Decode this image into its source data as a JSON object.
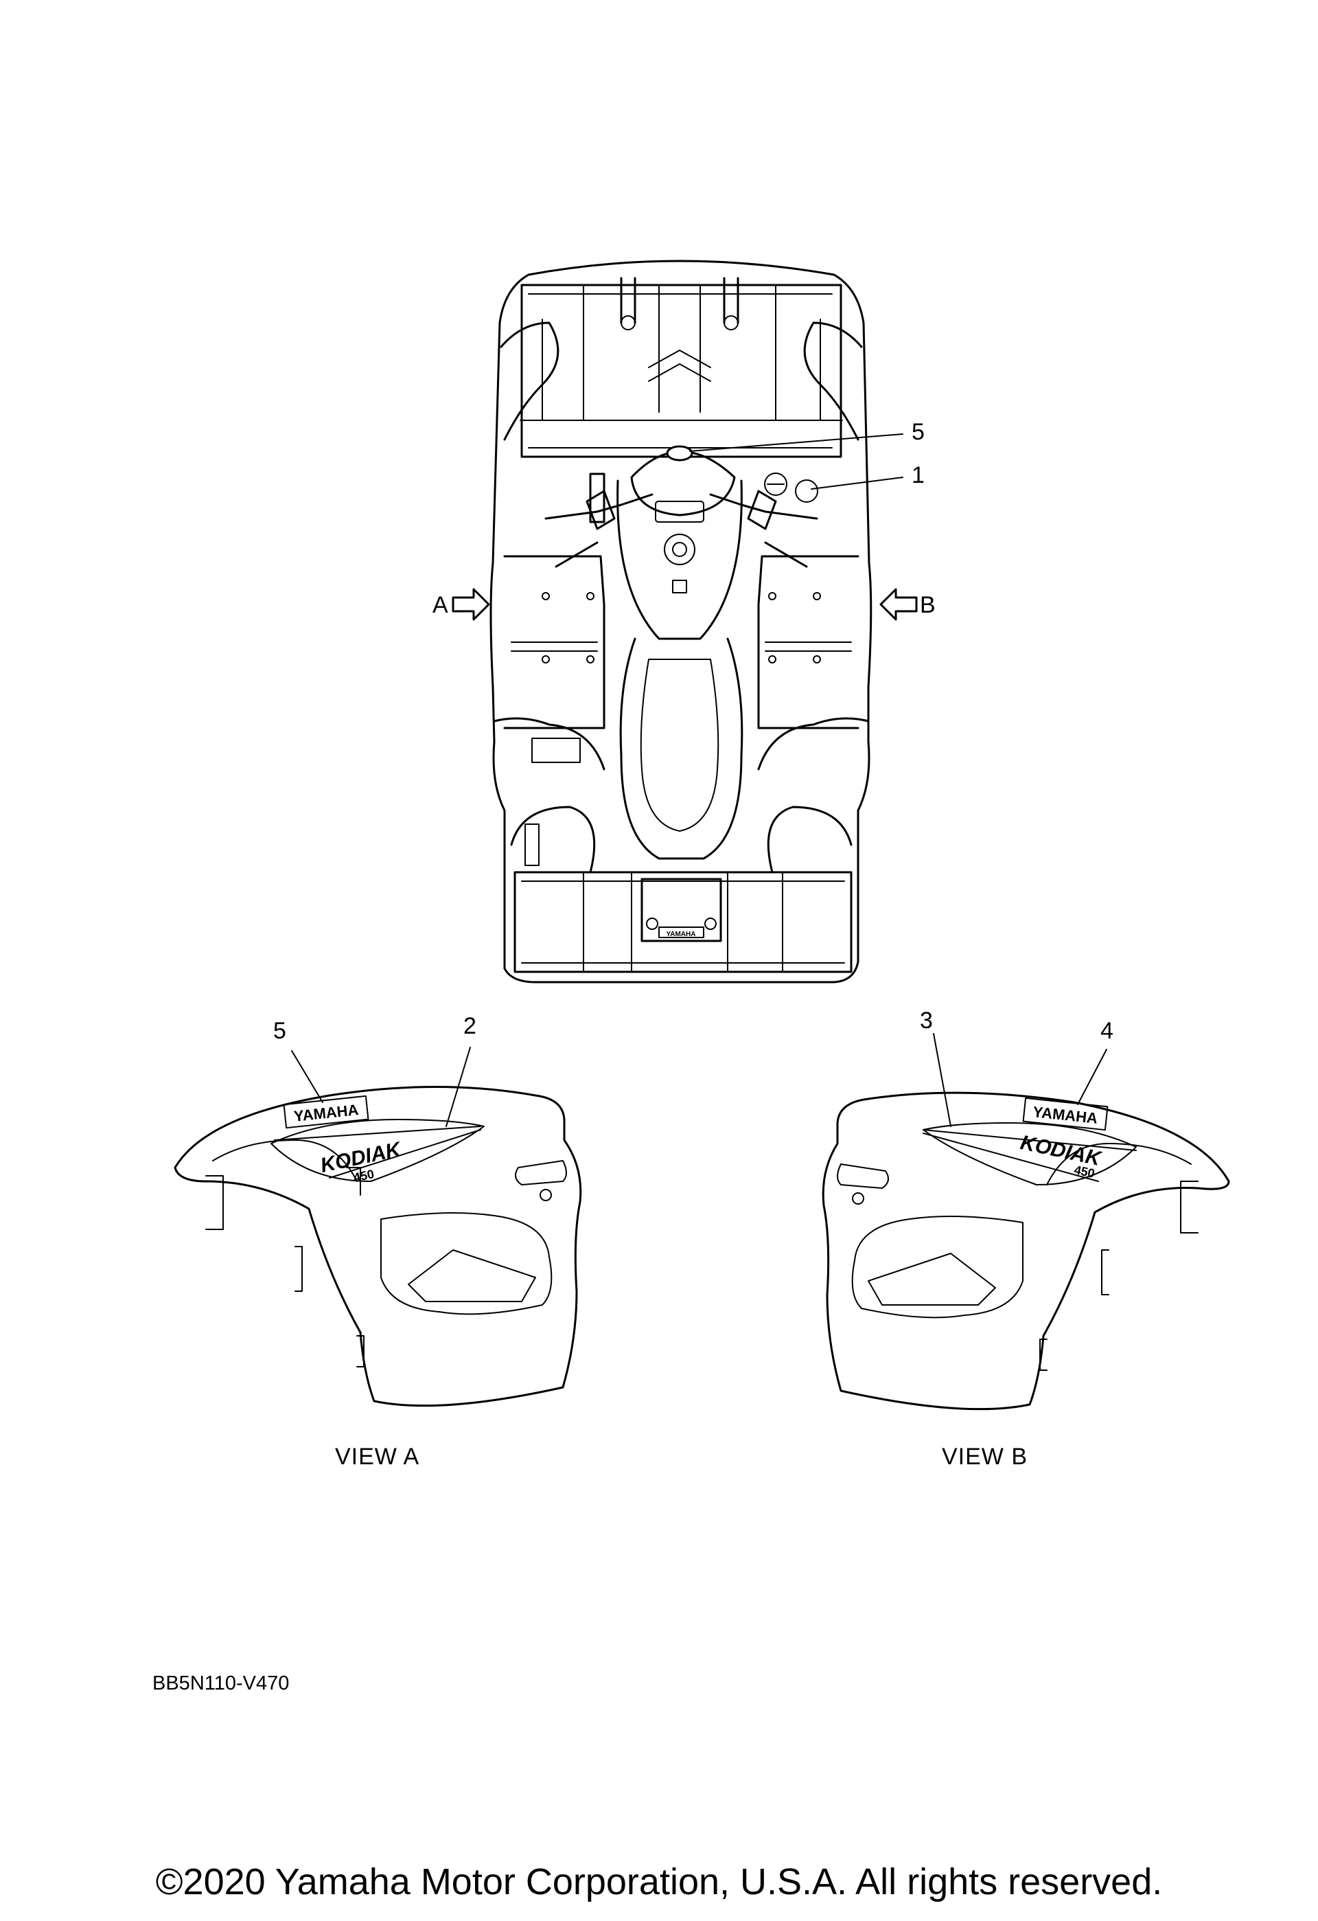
{
  "callouts": {
    "top_5": "5",
    "top_1": "1",
    "view_a_5": "5",
    "view_a_2": "2",
    "view_b_3": "3",
    "view_b_4": "4"
  },
  "view_arrows": {
    "a": "A",
    "b": "B"
  },
  "view_labels": {
    "a": "VIEW A",
    "b": "VIEW B"
  },
  "decals": {
    "brand": "YAMAHA",
    "model": "KODIAK",
    "model_sub": "450"
  },
  "drawing_code": "BB5N110-V470",
  "copyright": "©2020 Yamaha Motor Corporation, U.S.A. All rights reserved."
}
